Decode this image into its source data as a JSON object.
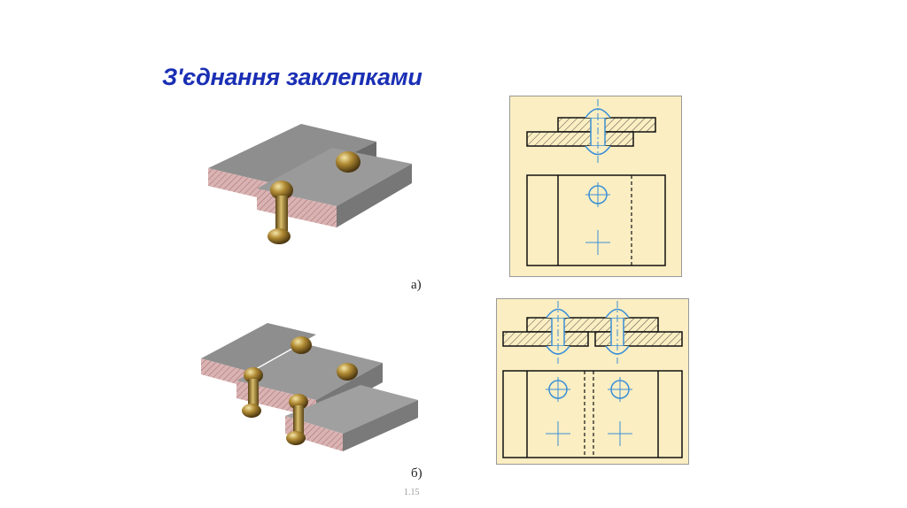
{
  "slide": {
    "title": "З'єднання заклепками",
    "caption_a": "а)",
    "caption_b": "б)",
    "footer_mark": "1.15"
  },
  "colors": {
    "title": "#1a2fb4",
    "drawing_background": "#fbeec2",
    "axis_lines": "#3a8fd6",
    "plate_top": "#8c8c8c",
    "rivet": "#9a7a2a"
  },
  "figures": [
    {
      "id": "a",
      "rivets": 1,
      "views": [
        "isometric",
        "section",
        "plan"
      ]
    },
    {
      "id": "b",
      "rivets": 2,
      "views": [
        "isometric",
        "section",
        "plan"
      ]
    }
  ]
}
